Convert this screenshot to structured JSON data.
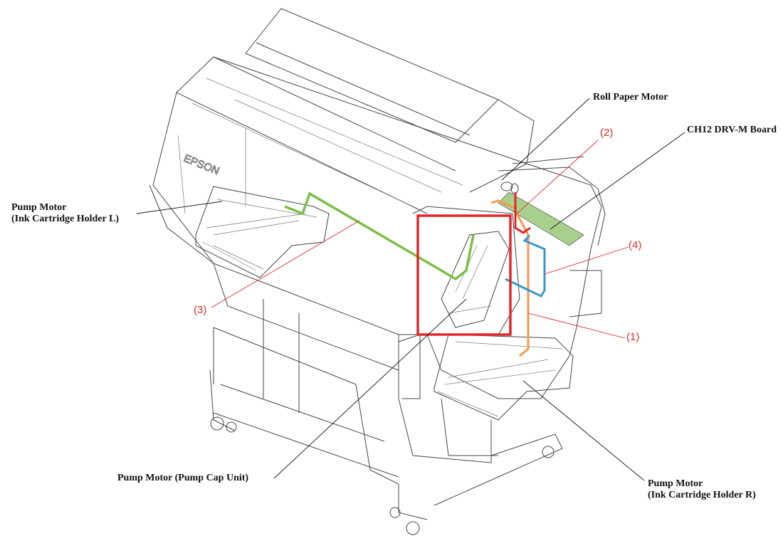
{
  "labels": {
    "roll_paper_motor": "Roll Paper Motor",
    "drv_board": "CH12 DRV-M Board",
    "pump_motor_l_line1": "Pump Motor",
    "pump_motor_l_line2": "(Ink Cartridge Holder L)",
    "pump_motor_cap": "Pump Motor (Pump Cap Unit)",
    "pump_motor_r_line1": "Pump Motor",
    "pump_motor_r_line2": "(Ink Cartridge Holder R)"
  },
  "callouts": {
    "c1": "(1)",
    "c2": "(2)",
    "c3": "(3)",
    "c4": "(4)"
  },
  "logo": "EPSON",
  "colors": {
    "cable_1": "#f39a4f",
    "cable_2": "#e0282a",
    "cable_3": "#7bbf45",
    "cable_4": "#3a96c9",
    "highlight_box": "#e0282a",
    "board": "#a8d08d",
    "callout_text": "#d9302a"
  }
}
